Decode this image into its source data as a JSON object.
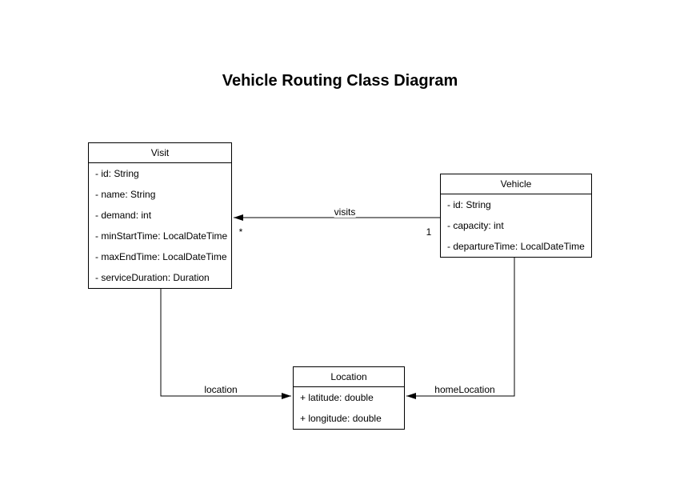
{
  "title": "Vehicle Routing Class Diagram",
  "classes": {
    "visit": {
      "name": "Visit",
      "attributes": [
        "- id: String",
        "- name: String",
        "- demand: int",
        "- minStartTime: LocalDateTime",
        "- maxEndTime: LocalDateTime",
        "- serviceDuration: Duration"
      ]
    },
    "vehicle": {
      "name": "Vehicle",
      "attributes": [
        "- id: String",
        "- capacity: int",
        "- departureTime: LocalDateTime"
      ]
    },
    "location": {
      "name": "Location",
      "attributes": [
        "+ latitude: double",
        "+ longitude: double"
      ]
    }
  },
  "associations": {
    "visits": {
      "label": "visits",
      "visit_side_multiplicity": "*",
      "vehicle_side_multiplicity": "1"
    },
    "location": {
      "label": "location"
    },
    "home_location": {
      "label": "homeLocation"
    }
  },
  "colors": {
    "background": "#ffffff",
    "shape_fill": "#ffffff",
    "stroke": "#000000",
    "text": "#000000"
  }
}
